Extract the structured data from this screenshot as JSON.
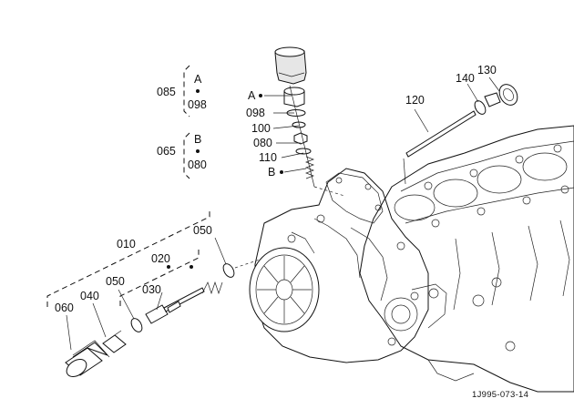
{
  "callouts": {
    "c010": "010",
    "c020": "020",
    "c030": "030",
    "c040": "040",
    "c050_left": "050",
    "c050_right": "050",
    "c060": "060",
    "c065": "065",
    "c080_bracket": "080",
    "c085": "085",
    "c098_bracket": "098",
    "c098": "098",
    "c100": "100",
    "c080": "080",
    "c110": "110",
    "c120": "120",
    "c130": "130",
    "c140": "140",
    "letter_a_bracket": "A",
    "letter_b_bracket": "B",
    "letter_a": "A",
    "letter_b": "B"
  },
  "reference_code": "1J995-073-14",
  "colors": {
    "ink": "#111111",
    "paper": "#ffffff",
    "shade": "#e6e6e6"
  }
}
